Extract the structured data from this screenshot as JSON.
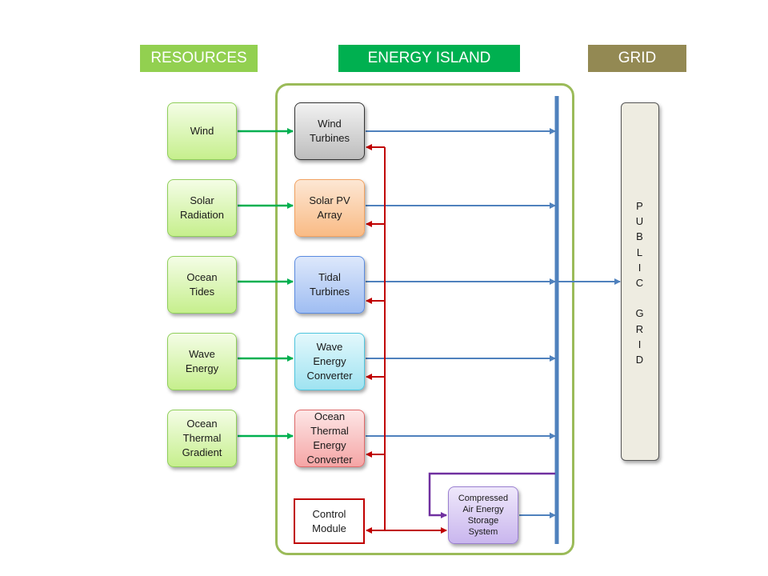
{
  "headers": {
    "resources": "RESOURCES",
    "energy_island": "ENERGY ISLAND",
    "grid": "GRID"
  },
  "resources": [
    {
      "label": "Wind"
    },
    {
      "label": "Solar\nRadiation"
    },
    {
      "label": "Ocean\nTides"
    },
    {
      "label": "Wave\nEnergy"
    },
    {
      "label": "Ocean\nThermal\nGradient"
    }
  ],
  "converters": [
    {
      "label": "Wind\nTurbines"
    },
    {
      "label": "Solar PV\nArray"
    },
    {
      "label": "Tidal\nTurbines"
    },
    {
      "label": "Wave\nEnergy\nConverter"
    },
    {
      "label": "Ocean\nThermal\nEnergy\nConverter"
    }
  ],
  "control_module": {
    "label": "Control\nModule"
  },
  "storage": {
    "label": "Compressed\nAir Energy\nStorage\nSystem"
  },
  "public_grid": {
    "label": "P\nU\nB\nL\nI\nC\n\nG\nR\nI\nD"
  },
  "colors": {
    "resource_arrow": "#00b050",
    "power_flow": "#4f81bd",
    "control_signal": "#c00000",
    "storage_link": "#7030a0"
  }
}
